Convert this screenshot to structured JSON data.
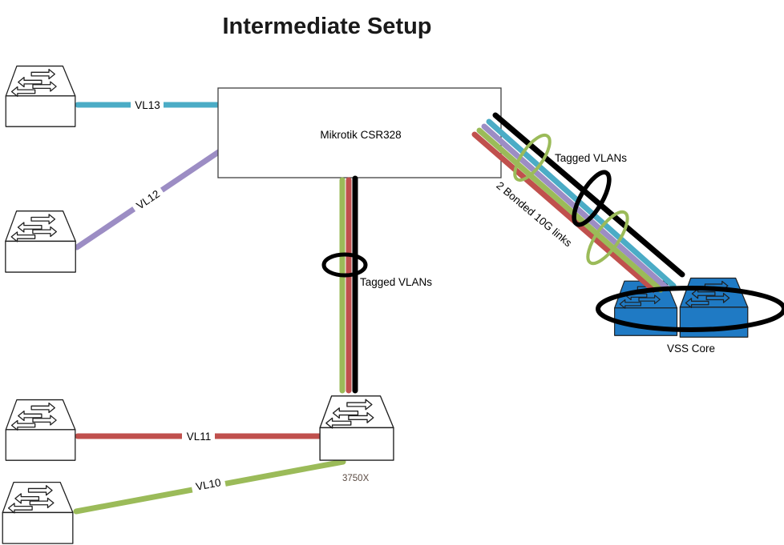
{
  "title": "Intermediate Setup",
  "router": {
    "label": "Mikrotik CSR328"
  },
  "access_switch": {
    "label": "3750X",
    "label_color": "#5A4A42"
  },
  "core": {
    "label": "VSS Core",
    "switch_color": "#1F7AC4"
  },
  "links": {
    "vl13": {
      "label": "VL13",
      "color": "#4BACC6"
    },
    "vl12": {
      "label": "VL12",
      "color": "#9C8DC4"
    },
    "vl11": {
      "label": "VL11",
      "color": "#C0504D"
    },
    "vl10": {
      "label": "VL10",
      "color": "#9BBB59"
    }
  },
  "trunks": {
    "mid": {
      "label": "Tagged VLANs",
      "colors": {
        "green": "#9BBB59",
        "red": "#C0504D",
        "black": "#000000"
      }
    },
    "right": {
      "label": "Tagged VLANs",
      "bond_label": "2 Bonded 10G links",
      "colors": {
        "red": "#C0504D",
        "green": "#9BBB59",
        "purple": "#9C8DC4",
        "teal": "#4BACC6",
        "black": "#000000"
      }
    }
  },
  "loops": {
    "green": "#9BBB59",
    "black": "#000000"
  }
}
